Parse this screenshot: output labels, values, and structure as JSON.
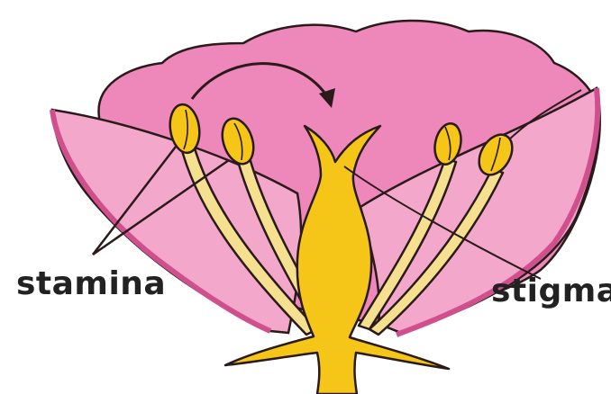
{
  "labels": {
    "stamina": "stamina",
    "stigma": "stigma"
  },
  "colors": {
    "petal": "#ee88bb",
    "petal_light": "#f3a7cb",
    "petal_dark": "#d0508e",
    "pistil": "#f5c518",
    "anther": "#f5c518",
    "filament": "#f5e08f",
    "outline": "#2a1a1a",
    "arrow": "#2a1a1a"
  },
  "parts": [
    "petals",
    "stamens",
    "pistil",
    "arrow"
  ],
  "stamen_count": 4
}
